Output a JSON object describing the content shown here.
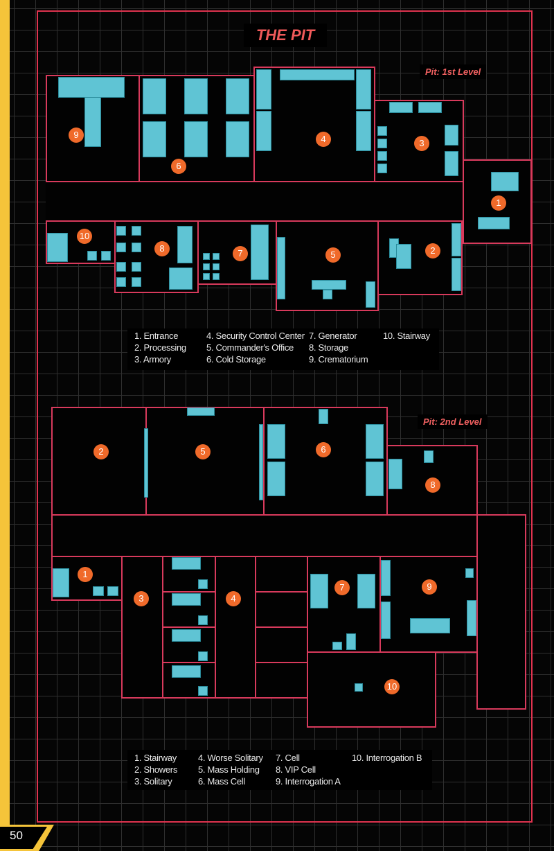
{
  "title": "THE PIT",
  "page_number": "50",
  "level1": {
    "label": "Pit: 1st Level",
    "legend": [
      "1. Entrance",
      "2. Processing",
      "3. Armory",
      "4. Security Control Center",
      "5. Commander's Office",
      "6. Cold Storage",
      "7. Generator",
      "8. Storage",
      "9. Crematorium",
      "10. Stairway"
    ],
    "markers": [
      "1",
      "2",
      "3",
      "4",
      "5",
      "6",
      "7",
      "8",
      "9",
      "10"
    ]
  },
  "level2": {
    "label": "Pit: 2nd Level",
    "legend": [
      "1. Stairway",
      "2. Showers",
      "3. Solitary",
      "4. Worse Solitary",
      "5. Mass Holding",
      "6. Mass Cell",
      "7. Cell",
      "8. VIP Cell",
      "9. Interrogation A",
      "10. Interrogation B"
    ],
    "markers": [
      "1",
      "2",
      "3",
      "4",
      "5",
      "6",
      "7",
      "8",
      "9",
      "10"
    ]
  },
  "colors": {
    "wall": "#d83a5c",
    "furniture": "#5fc4d4",
    "marker": "#f06a2a",
    "accent": "#f5c43a"
  }
}
